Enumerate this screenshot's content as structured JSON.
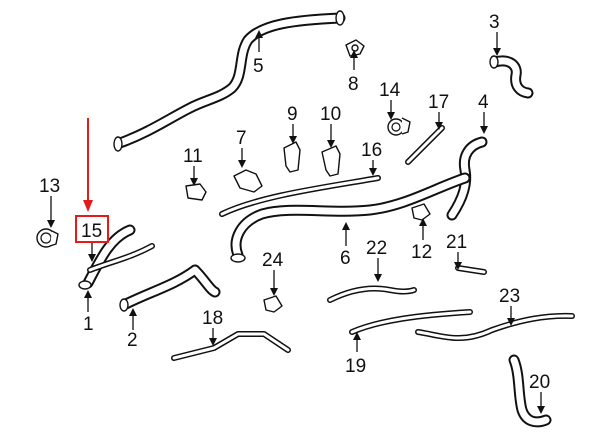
{
  "callouts": [
    {
      "id": "1",
      "label": "1"
    },
    {
      "id": "2",
      "label": "2"
    },
    {
      "id": "3",
      "label": "3"
    },
    {
      "id": "4",
      "label": "4"
    },
    {
      "id": "5",
      "label": "5"
    },
    {
      "id": "6",
      "label": "6"
    },
    {
      "id": "7",
      "label": "7"
    },
    {
      "id": "8",
      "label": "8"
    },
    {
      "id": "9",
      "label": "9"
    },
    {
      "id": "10",
      "label": "10"
    },
    {
      "id": "11",
      "label": "11"
    },
    {
      "id": "12",
      "label": "12"
    },
    {
      "id": "13",
      "label": "13"
    },
    {
      "id": "14",
      "label": "14"
    },
    {
      "id": "15",
      "label": "15"
    },
    {
      "id": "16",
      "label": "16"
    },
    {
      "id": "17",
      "label": "17"
    },
    {
      "id": "18",
      "label": "18"
    },
    {
      "id": "19",
      "label": "19"
    },
    {
      "id": "20",
      "label": "20"
    },
    {
      "id": "21",
      "label": "21"
    },
    {
      "id": "22",
      "label": "22"
    },
    {
      "id": "23",
      "label": "23"
    },
    {
      "id": "24",
      "label": "24"
    }
  ],
  "highlight": {
    "callout": "15",
    "color": "#e31b1b"
  },
  "colors": {
    "line": "#111111",
    "background": "#ffffff"
  }
}
